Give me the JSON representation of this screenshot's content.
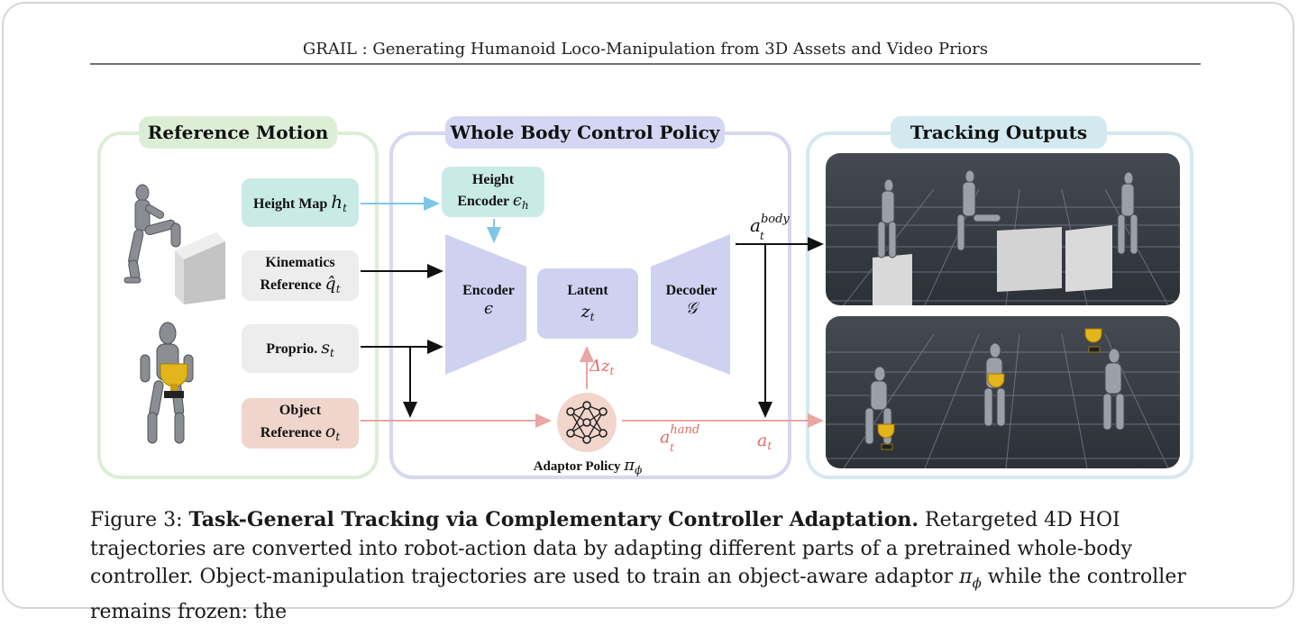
{
  "running_head": "GRAIL : Generating Humanoid Loco-Manipulation from 3D Assets and Video Priors",
  "figure": {
    "panels": {
      "reference_motion": "Reference Motion",
      "whole_body_control_policy": "Whole Body Control Policy",
      "tracking_outputs": "Tracking Outputs"
    },
    "inputs": {
      "height_map": "Height Map",
      "height_map_sym": "h",
      "height_map_sub": "t",
      "kinematics_line1": "Kinematics",
      "kinematics_line2": "Reference",
      "kinematics_sym": "q̂",
      "kinematics_sub": "t",
      "proprio": "Proprio.",
      "proprio_sym": "s",
      "proprio_sub": "t",
      "object_line1": "Object",
      "object_line2": "Reference",
      "object_sym": "o",
      "object_sub": "t"
    },
    "modules": {
      "height_encoder_line1": "Height",
      "height_encoder_line2": "Encoder",
      "height_encoder_sym": "ϵ",
      "height_encoder_sub": "h",
      "encoder": "Encoder",
      "encoder_sym": "ϵ",
      "latent": "Latent",
      "latent_sym": "z",
      "latent_sub": "t",
      "decoder": "Decoder",
      "decoder_sym": "𝒢",
      "adaptor": "Adaptor Policy",
      "adaptor_sym": "π",
      "adaptor_sub": "ϕ"
    },
    "signals": {
      "delta_z": "Δz",
      "delta_z_sub": "t",
      "a_body": "a",
      "a_body_sub": "t",
      "a_body_sup": "body",
      "a_hand": "a",
      "a_hand_sub": "t",
      "a_hand_sup": "hand",
      "a_t": "a",
      "a_t_sub": "t"
    },
    "colors": {
      "ref_green": "#dcefd6",
      "policy_lavender": "#d4d6f3",
      "tracking_blue": "#d1e9ef",
      "height_teal": "#c9ebe6",
      "object_salmon": "#efd5cb",
      "arrow_blue": "#7ec6e6",
      "arrow_salmon": "#e9a6a2"
    }
  },
  "caption": {
    "prefix": "Figure 3: ",
    "bold_title": "Task-General Tracking via Complementary Controller Adaptation.",
    "text_a": " Retargeted 4D HOI trajectories are converted into robot-action data by adapting different parts of a pretrained whole-body controller. Object-manipulation trajectories are used to train an object-aware adaptor ",
    "pi": "π",
    "phi": "ϕ",
    "text_b": " while the controller remains frozen: the"
  }
}
